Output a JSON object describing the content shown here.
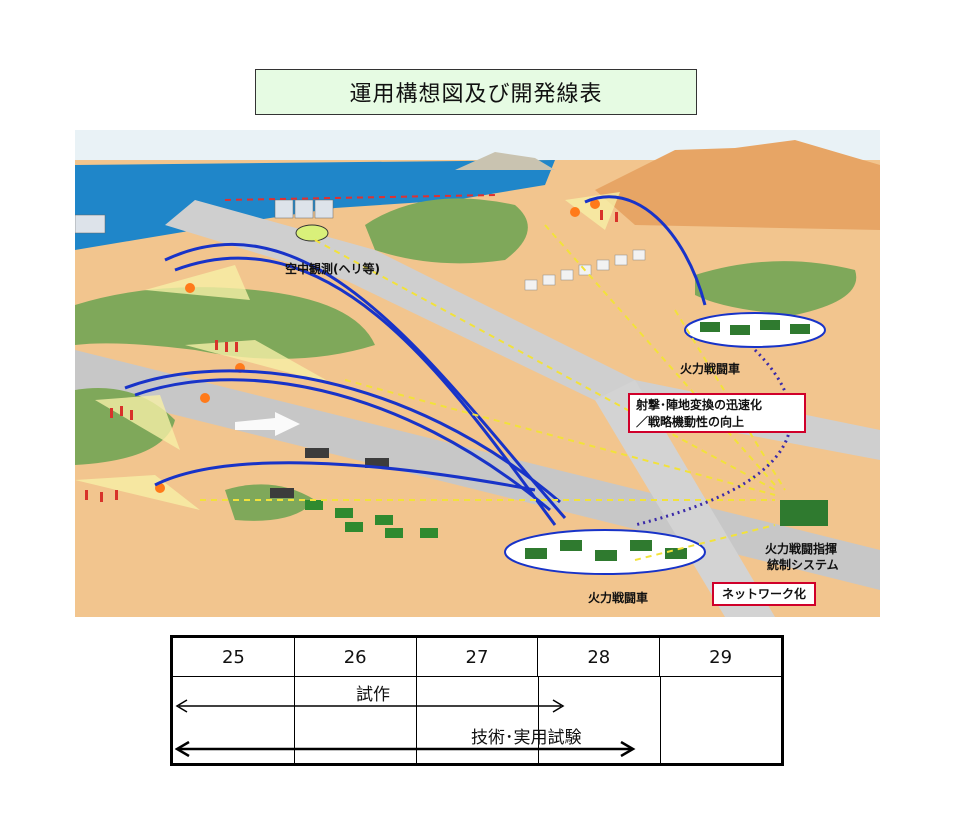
{
  "title": "運用構想図及び開発線表",
  "scene": {
    "labels": {
      "air_observation": "空中観測(ヘリ等)",
      "fire_vehicle_upper": "火力戦闘車",
      "fire_vehicle_lower": "火力戦闘車",
      "command_system_line1": "火力戦闘指揮",
      "command_system_line2": "統制システム"
    },
    "callouts": {
      "speed_line1": "射撃･陣地変換の迅速化",
      "speed_line2": "／戦略機動性の向上",
      "network": "ネットワーク化"
    },
    "colors": {
      "sea": "#1f86c9",
      "land": "#f2c58e",
      "road": "#c7c7c7",
      "hill": "#7fa85a",
      "fire_arc": "#1833c8",
      "data_link": "#f2e23a",
      "callout_border": "#d0002a"
    }
  },
  "timeline": {
    "years": [
      "25",
      "26",
      "27",
      "28",
      "29"
    ],
    "phases": [
      {
        "label": "試作",
        "start_year": "25",
        "end_year": "28"
      },
      {
        "label": "技術･実用試験",
        "start_year": "25",
        "end_year": "28"
      }
    ]
  }
}
